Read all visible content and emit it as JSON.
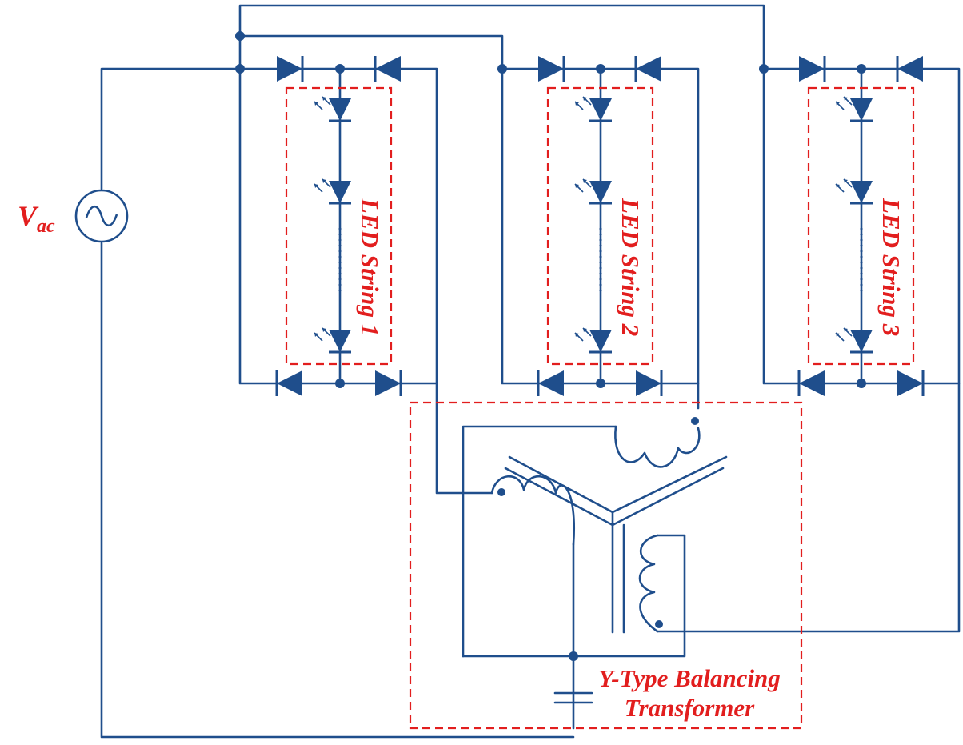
{
  "colors": {
    "wire": "#1f4e8c",
    "accent": "#e21e1e",
    "background": "#ffffff"
  },
  "source": {
    "symbol": "V",
    "subscript": "ac",
    "icon": "ac-source-icon"
  },
  "strings": [
    {
      "label": "LED String 1"
    },
    {
      "label": "LED String 2"
    },
    {
      "label": "LED String 3"
    }
  ],
  "transformer": {
    "label_line1": "Y-Type Balancing",
    "label_line2": "Transformer"
  }
}
